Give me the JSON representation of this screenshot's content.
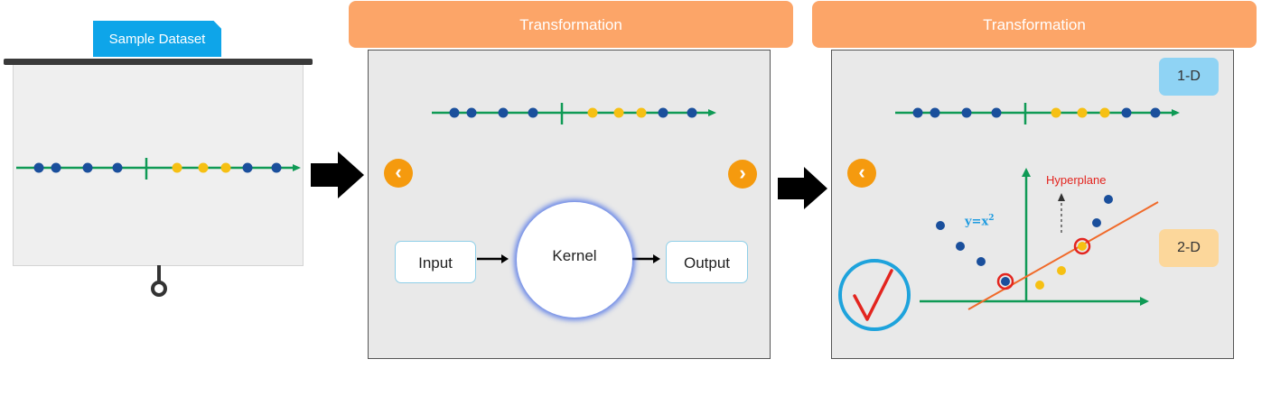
{
  "dataset": {
    "label": "Sample Dataset"
  },
  "panel1": {
    "title": "Transformation",
    "input_label": "Input",
    "kernel_label": "Kernel",
    "output_label": "Output"
  },
  "panel2": {
    "title": "Transformation",
    "badge_1d": "1-D",
    "badge_2d": "2-D",
    "hyperplane_label": "Hyperplane",
    "equation_label": "y=x",
    "equation_exp": "2"
  },
  "nav": {
    "prev_glyph": "‹",
    "next_glyph": "›"
  },
  "colors": {
    "axis_green": "#0f9a55",
    "blue_point": "#1a4f9c",
    "yellow_point": "#f6c013",
    "orange_banner": "#fca568",
    "hyperplane": "#f06a2a",
    "highlight": "#e3251f",
    "check_circle": "#1ea3dc",
    "check_mark": "#e3251f"
  },
  "icons": [
    "projector-stand-icon",
    "right-arrow-icon",
    "chevron-left-icon",
    "chevron-right-icon",
    "checkmark-icon"
  ]
}
